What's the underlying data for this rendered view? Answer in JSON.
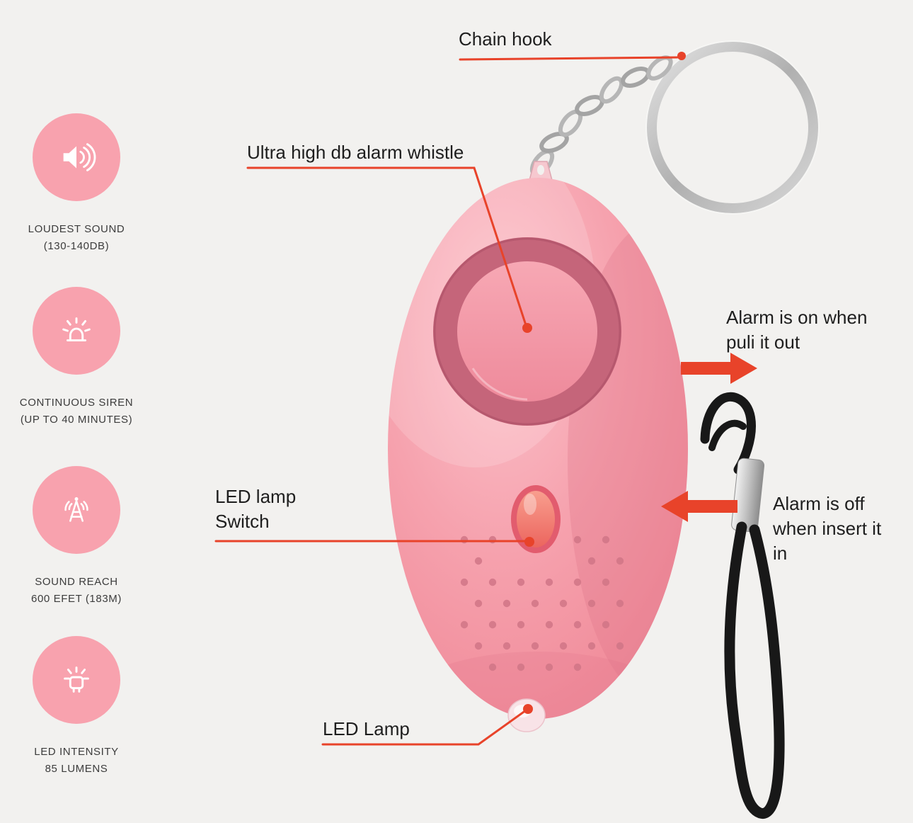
{
  "colors": {
    "background": "#f2f1ef",
    "accent": "#e8432a",
    "badge_pink": "#f8a2ae",
    "device_pink": "#f59fab",
    "text_dark": "#1e1e1e",
    "feature_text": "#3c3c3c",
    "lanyard_black": "#181818",
    "metal_gray": "#b5b5b5"
  },
  "features": [
    {
      "icon": "speaker-waves-icon",
      "line1": "LOUDEST SOUND",
      "line2": "(130-140DB)"
    },
    {
      "icon": "siren-light-icon",
      "line1": "CONTINUOUS SIREN",
      "line2": "(UP TO 40 MINUTES)"
    },
    {
      "icon": "signal-tower-icon",
      "line1": "SOUND REACH",
      "line2": "600 EFET (183M)"
    },
    {
      "icon": "led-lamp-icon",
      "line1": "LED INTENSITY",
      "line2": "85 LUMENS"
    }
  ],
  "callouts": {
    "chain_hook": "Chain hook",
    "alarm_whistle": "Ultra high db alarm whistle",
    "led_switch_line1": "LED lamp",
    "led_switch_line2": "Switch",
    "led_lamp": "LED Lamp",
    "alarm_on_line1": "Alarm is on when",
    "alarm_on_line2": "puli it out",
    "alarm_off_line1": "Alarm is off",
    "alarm_off_line2": "when insert it",
    "alarm_off_line3": "in"
  }
}
